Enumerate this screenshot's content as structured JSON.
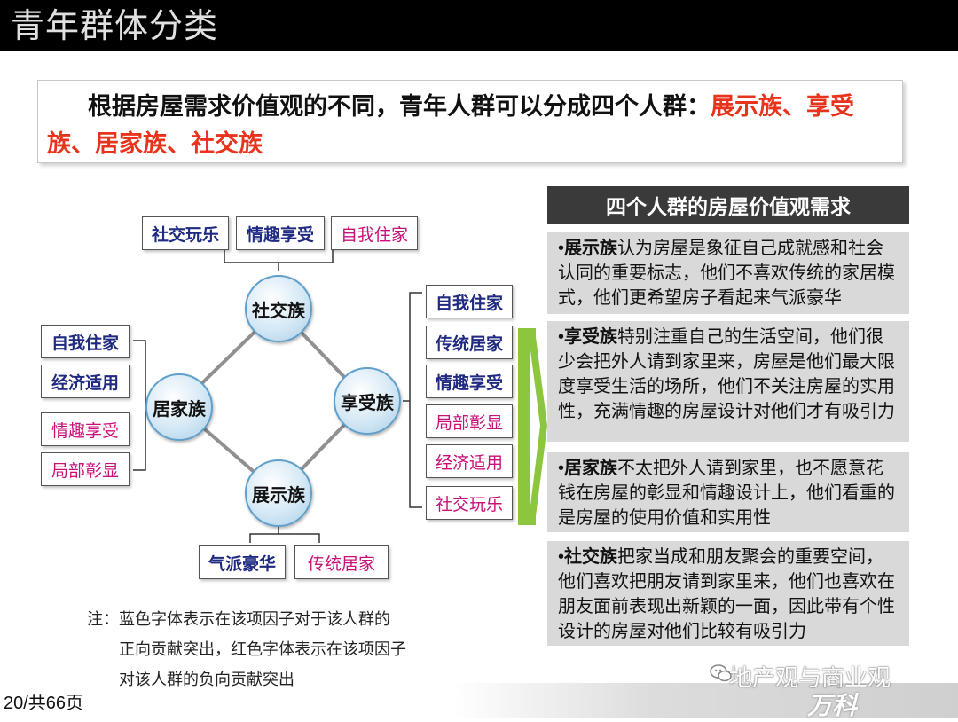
{
  "title": "青年群体分类",
  "intro": {
    "prefix": "根据房屋需求价值观的不同，青年人群可以分成四个人群：",
    "highlight": "展示族、享受族、居家族、社交族"
  },
  "diagram": {
    "nodes": {
      "social": "社交族",
      "home": "居家族",
      "enjoy": "享受族",
      "show": "展示族"
    },
    "top_factors": [
      {
        "label": "社交玩乐",
        "tone": "blue"
      },
      {
        "label": "情趣享受",
        "tone": "blue"
      },
      {
        "label": "自我住家",
        "tone": "pink"
      }
    ],
    "left_factors": [
      {
        "label": "自我住家",
        "tone": "blue"
      },
      {
        "label": "经济适用",
        "tone": "blue"
      },
      {
        "label": "情趣享受",
        "tone": "pink"
      },
      {
        "label": "局部彰显",
        "tone": "pink"
      }
    ],
    "right_factors": [
      {
        "label": "自我住家",
        "tone": "blue"
      },
      {
        "label": "传统居家",
        "tone": "blue"
      },
      {
        "label": "情趣享受",
        "tone": "blue"
      },
      {
        "label": "局部彰显",
        "tone": "pink"
      },
      {
        "label": "经济适用",
        "tone": "pink"
      },
      {
        "label": "社交玩乐",
        "tone": "pink"
      }
    ],
    "bottom_factors": [
      {
        "label": "气派豪华",
        "tone": "blue"
      },
      {
        "label": "传统居家",
        "tone": "pink"
      }
    ]
  },
  "panel": {
    "heading": "四个人群的房屋价值观需求",
    "items": [
      {
        "name": "展示族",
        "text": "认为房屋是象征自己成就感和社会认同的重要标志，他们不喜欢传统的家居模式，他们更希望房子看起来气派豪华"
      },
      {
        "name": "享受族",
        "text": "特别注重自己的生活空间，他们很少会把外人请到家里来，房屋是他们最大限度享受生活的场所，他们不关注房屋的实用性，充满情趣的房屋设计对他们才有吸引力"
      },
      {
        "name": "居家族",
        "text": "不太把外人请到家里，也不愿意花钱在房屋的彰显和情趣设计上，他们看重的是房屋的使用价值和实用性"
      },
      {
        "name": "社交族",
        "text": "把家当成和朋友聚会的重要空间，他们喜欢把朋友请到家里来，他们也喜欢在朋友面前表现出新颖的一面，因此带有个性设计的房屋对他们比较有吸引力"
      }
    ]
  },
  "note": {
    "line1": "注：蓝色字体表示在该项因子对于该人群的",
    "line2": "正向贡献突出，红色字体表示在该项因子",
    "line3": "对该人群的负向贡献突出"
  },
  "page_number": "20/共66页",
  "watermark": "地产观与商业观",
  "logo_text": "万科",
  "colors": {
    "title_bar": "#000000",
    "highlight_red": "#e8341c",
    "positive_blue": "#1f2a80",
    "negative_pink": "#c8107a",
    "arrow_green": "#8cc63f",
    "panel_head": "#3a3a3a",
    "panel_item": "#d9d9d9"
  }
}
